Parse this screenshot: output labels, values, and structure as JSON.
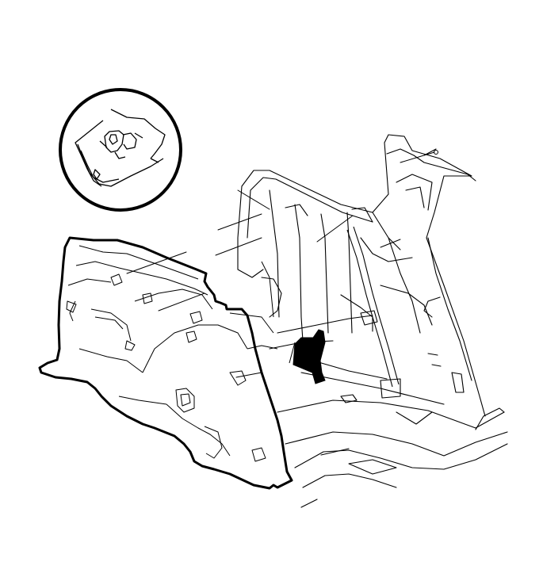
{
  "diagram": {
    "type": "technical-line-illustration",
    "colors": {
      "background": "#ffffff",
      "line": "#000000"
    },
    "components": [
      {
        "id": "detail-callout",
        "icon": "magnifier-circle-icon"
      },
      {
        "id": "quarter-trim-panel"
      },
      {
        "id": "vehicle-body-interior"
      },
      {
        "id": "seat-belt-webbing"
      },
      {
        "id": "retaining-clips"
      },
      {
        "id": "direction-arrow",
        "icon": "arrow-down-left-icon"
      }
    ]
  }
}
